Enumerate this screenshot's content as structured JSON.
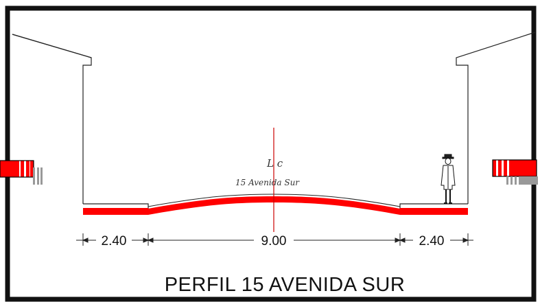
{
  "title": "PERFIL 15 AVENIDA SUR",
  "centerline": {
    "symbol": "L c",
    "street_name": "15 Avenida Sur"
  },
  "dimensions": {
    "left_sidewalk": "2.40",
    "roadway": "9.00",
    "right_sidewalk": "2.40"
  },
  "colors": {
    "pavement": "#ff0000",
    "centerline": "#cc0000",
    "frame": "#111111",
    "lines": "#222222"
  },
  "icons": {
    "pedestrian": "standing-man-with-hat-icon"
  }
}
